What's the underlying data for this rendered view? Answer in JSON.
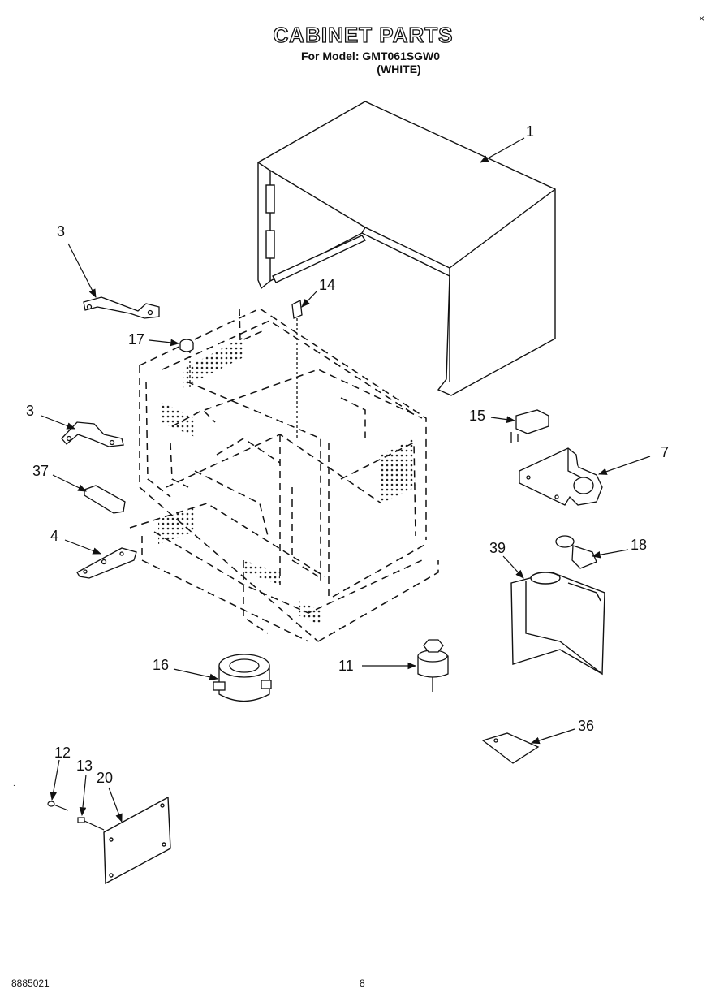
{
  "header": {
    "title": "CABINET PARTS",
    "subtitle": "For Model: GMT061SGW0",
    "color_note": "(WHITE)"
  },
  "callouts": [
    "1",
    "3",
    "14",
    "17",
    "3",
    "15",
    "7",
    "37",
    "4",
    "18",
    "39",
    "16",
    "11",
    "36",
    "12",
    "13",
    "20"
  ],
  "footer": {
    "doc_number": "8885021",
    "page_number": "8"
  },
  "corner_mark": "×"
}
